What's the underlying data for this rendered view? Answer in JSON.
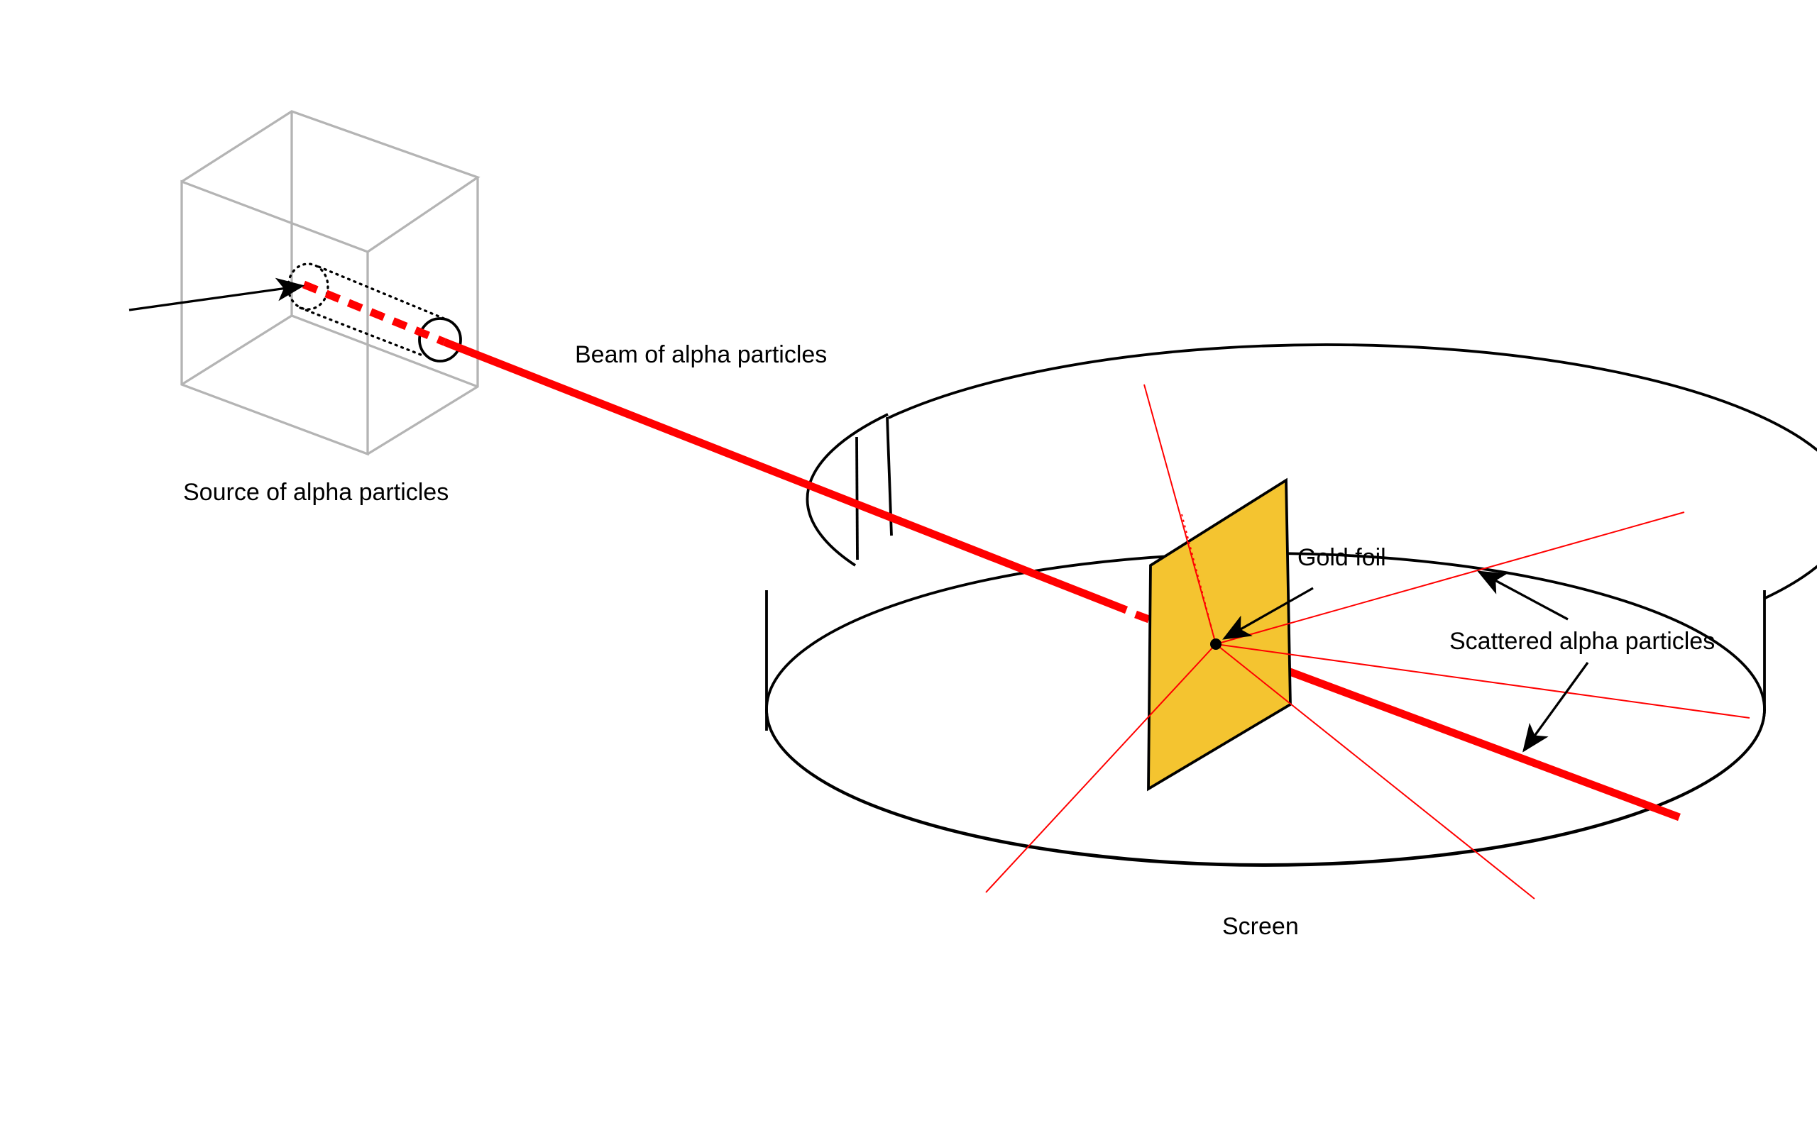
{
  "labels": {
    "source": "Source of alpha particles",
    "beam": "Beam of alpha particles",
    "gold_foil": "Gold foil",
    "scattered": "Scattered alpha particles",
    "screen": "Screen"
  },
  "colors": {
    "beam": "#ff0000",
    "scatter_lines": "#ff0000",
    "gold_foil": "#f4c430",
    "box_outline": "#b4b4b4",
    "outline": "#000000",
    "background": "#ffffff"
  },
  "icons": {
    "pointer_arrows": "arrow-icon"
  }
}
